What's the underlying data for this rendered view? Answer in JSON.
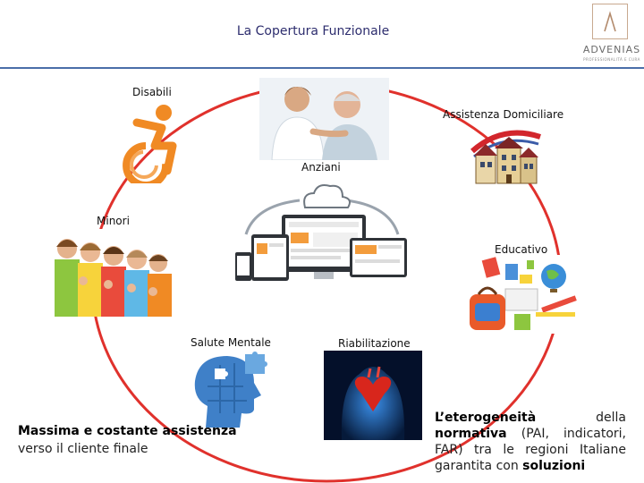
{
  "header": {
    "title": "La Copertura Funzionale",
    "logo_name": "ADVENIAS",
    "logo_tagline": "PROFESSIONALITÀ E CURA"
  },
  "labels": {
    "disabili": "Disabili",
    "assistenza_domiciliare": "Assistenza Domiciliare",
    "anziani": "Anziani",
    "minori": "Minori",
    "educativo": "Educativo",
    "salute_mentale": "Salute Mentale",
    "riabilitazione": "Riabilitazione"
  },
  "bottom_left": {
    "title": "Massima e costante assistenza",
    "subtitle": "verso il cliente  finale"
  },
  "bottom_right": {
    "part1": "L’eterogeneità",
    "part2": "della",
    "part3": "normativa",
    "part4": "(PAI, indicatori, FAR) tra le regioni Italiane garantita con",
    "part5": "soluzioni"
  },
  "colors": {
    "circle": "#e0312c",
    "header_line": "#4a6ea9",
    "title": "#2d2d6e"
  }
}
